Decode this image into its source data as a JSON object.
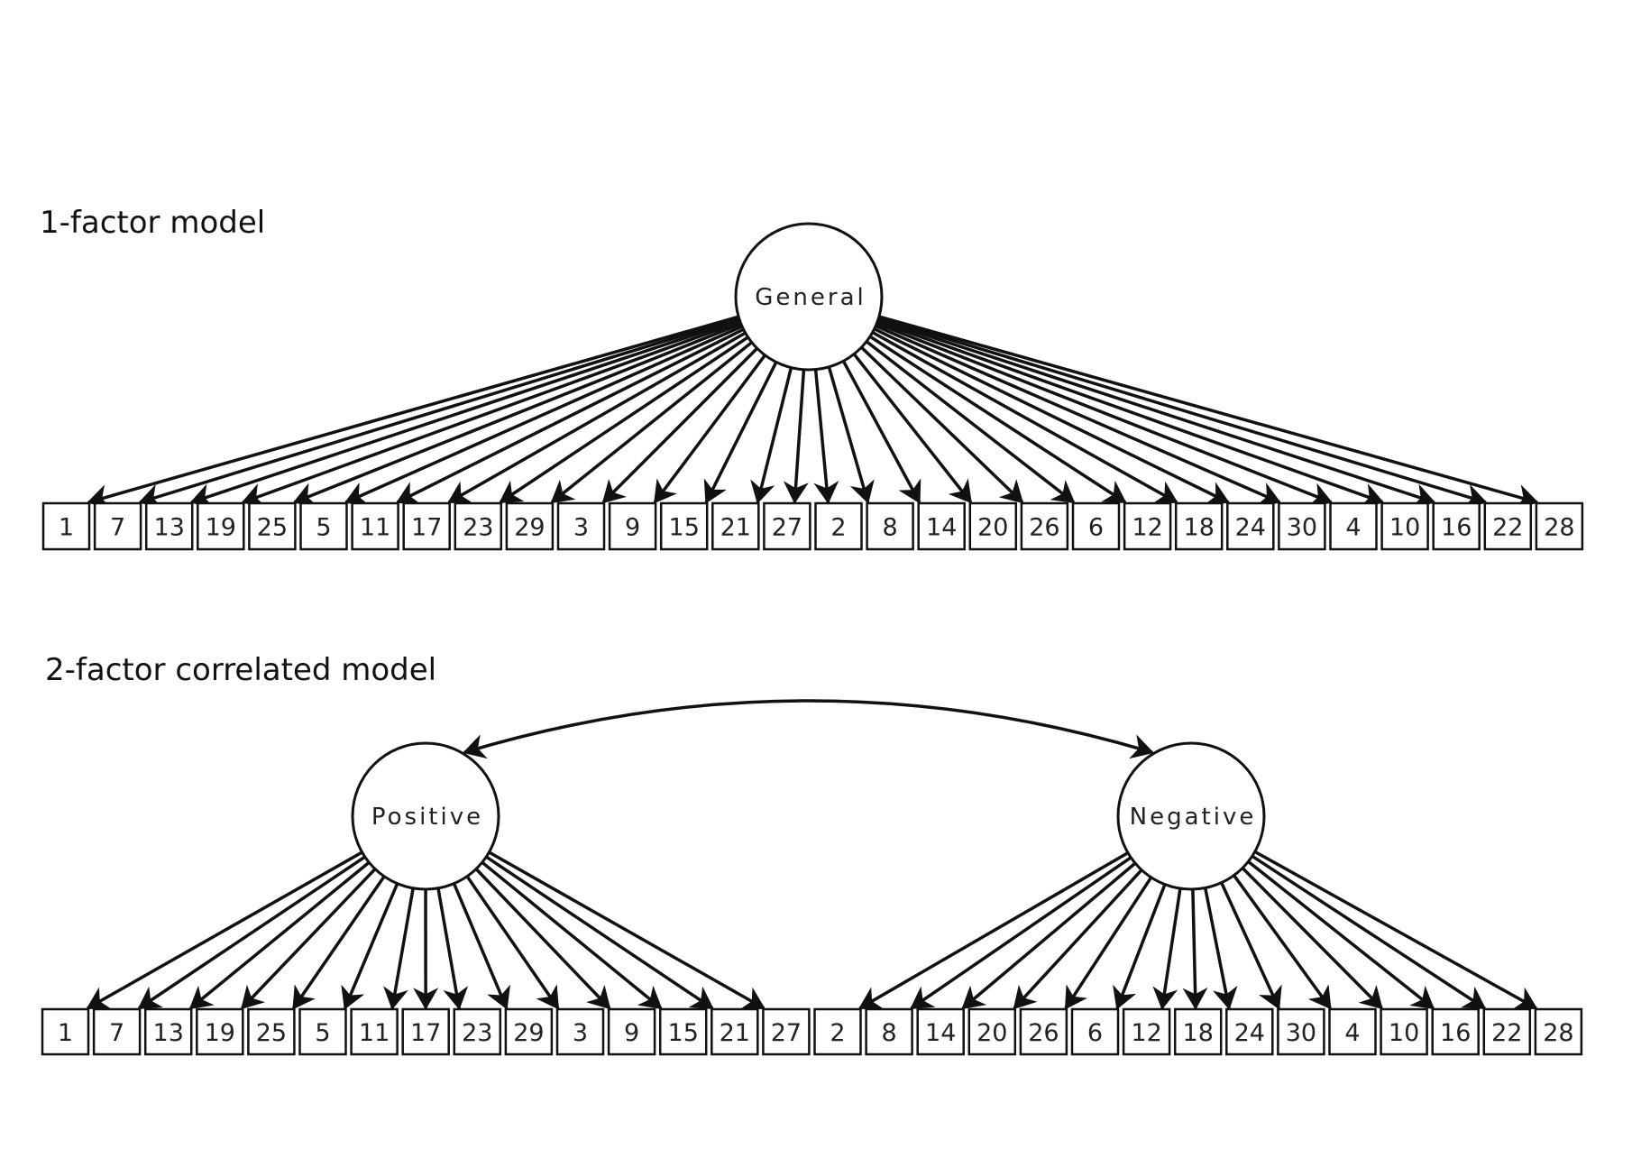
{
  "colors": {
    "background": "#ffffff",
    "stroke": "#111111",
    "text": "#222222"
  },
  "models": [
    {
      "id": "one-factor",
      "title": "1-factor model",
      "factors": [
        {
          "name": "General",
          "items": [
            "1",
            "7",
            "13",
            "19",
            "25",
            "5",
            "11",
            "17",
            "23",
            "29",
            "3",
            "9",
            "15",
            "21",
            "27",
            "2",
            "8",
            "14",
            "20",
            "26",
            "6",
            "12",
            "18",
            "24",
            "30",
            "4",
            "10",
            "16",
            "22",
            "28"
          ]
        }
      ],
      "items": [
        "1",
        "7",
        "13",
        "19",
        "25",
        "5",
        "11",
        "17",
        "23",
        "29",
        "3",
        "9",
        "15",
        "21",
        "27",
        "2",
        "8",
        "14",
        "20",
        "26",
        "6",
        "12",
        "18",
        "24",
        "30",
        "4",
        "10",
        "16",
        "22",
        "28"
      ],
      "correlations": []
    },
    {
      "id": "two-factor-correlated",
      "title": "2-factor correlated model",
      "factors": [
        {
          "name": "Positive",
          "items": [
            "1",
            "7",
            "13",
            "19",
            "25",
            "5",
            "11",
            "17",
            "23",
            "29",
            "3",
            "9",
            "15",
            "21",
            "27"
          ]
        },
        {
          "name": "Negative",
          "items": [
            "2",
            "8",
            "14",
            "20",
            "26",
            "6",
            "12",
            "18",
            "24",
            "30",
            "4",
            "10",
            "16",
            "22",
            "28"
          ]
        }
      ],
      "items": [
        "1",
        "7",
        "13",
        "19",
        "25",
        "5",
        "11",
        "17",
        "23",
        "29",
        "3",
        "9",
        "15",
        "21",
        "27",
        "2",
        "8",
        "14",
        "20",
        "26",
        "6",
        "12",
        "18",
        "24",
        "30",
        "4",
        "10",
        "16",
        "22",
        "28"
      ],
      "correlations": [
        [
          "Positive",
          "Negative"
        ]
      ]
    }
  ]
}
